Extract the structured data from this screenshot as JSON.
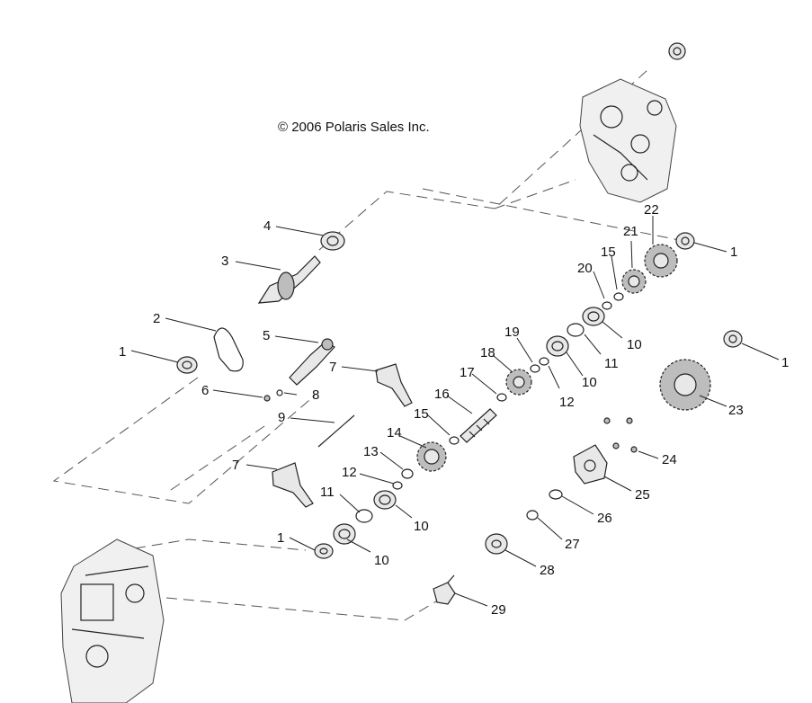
{
  "copyright": "© 2006 Polaris Sales Inc.",
  "callouts": {
    "c1a": "1",
    "c1b": "1",
    "c1c": "1",
    "c1d": "1",
    "c2": "2",
    "c3": "3",
    "c4": "4",
    "c5": "5",
    "c6": "6",
    "c7a": "7",
    "c7b": "7",
    "c8": "8",
    "c9": "9",
    "c10a": "10",
    "c10b": "10",
    "c10c": "10",
    "c10d": "10",
    "c11a": "11",
    "c11b": "11",
    "c12a": "12",
    "c12b": "12",
    "c13": "13",
    "c14": "14",
    "c15a": "15",
    "c15b": "15",
    "c16": "16",
    "c17": "17",
    "c18": "18",
    "c19": "19",
    "c20": "20",
    "c21": "21",
    "c22": "22",
    "c23": "23",
    "c24": "24",
    "c25": "25",
    "c26": "26",
    "c27": "27",
    "c28": "28",
    "c29": "29"
  }
}
